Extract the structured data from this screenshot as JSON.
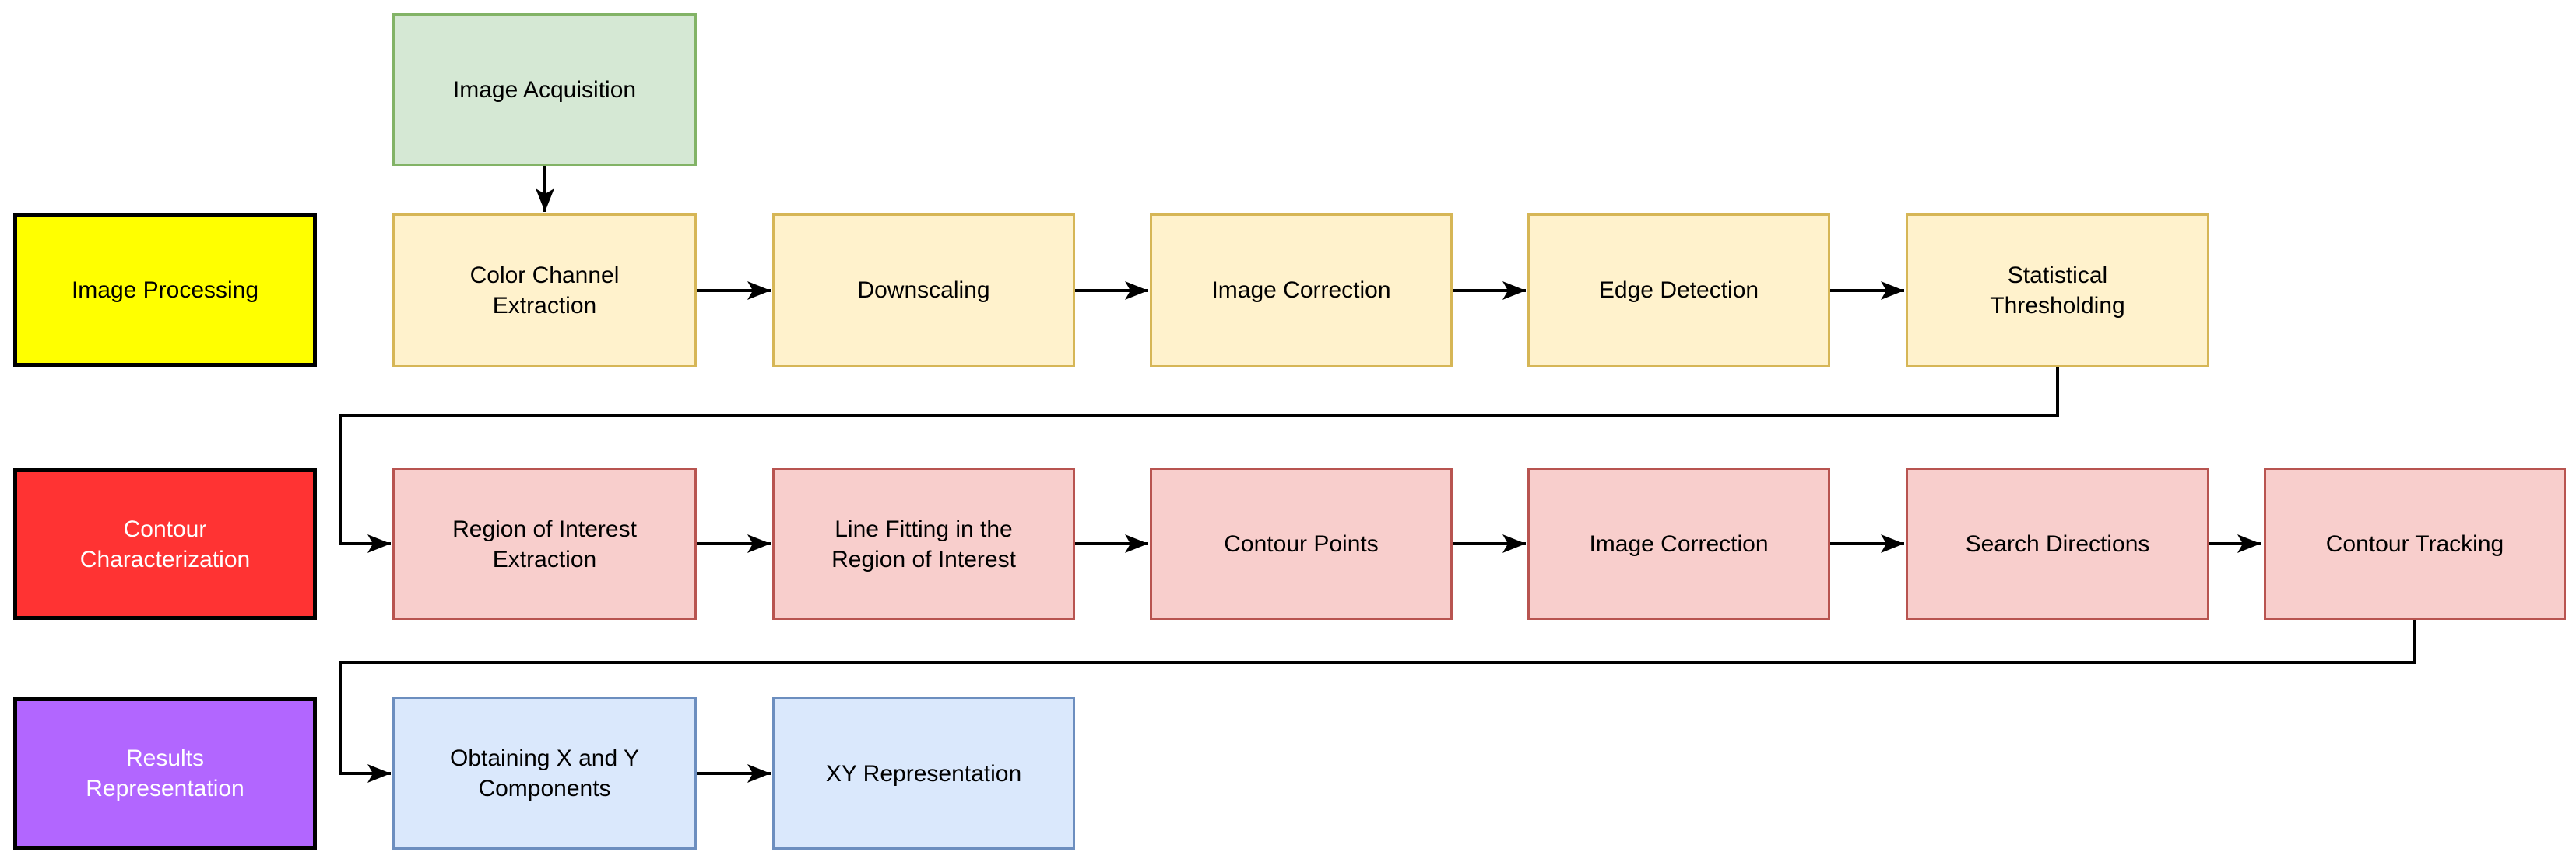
{
  "diagram": {
    "background": "#ffffff",
    "arrow_color": "#000000",
    "source_box": {
      "label": "Image Acquisition",
      "fill": "#d5e8d4",
      "border": "#82b366"
    },
    "rows": [
      {
        "label": "Image Processing",
        "label_fill": "#ffff00",
        "label_text_color": "#000000",
        "step_fill": "#fff2cc",
        "step_border": "#d6b656",
        "steps": [
          "Color Channel Extraction",
          "Downscaling",
          "Image Correction",
          "Edge Detection",
          "Statistical Thresholding"
        ]
      },
      {
        "label": "Contour Characterization",
        "label_fill": "#ff3333",
        "label_text_color": "#ffffff",
        "step_fill": "#f8cecc",
        "step_border": "#b85450",
        "steps": [
          "Region of Interest Extraction",
          "Line Fitting in the Region of Interest",
          "Contour Points",
          "Image Correction",
          "Search Directions",
          "Contour Tracking"
        ]
      },
      {
        "label": "Results Representation",
        "label_fill": "#b266ff",
        "label_text_color": "#ffffff",
        "step_fill": "#dae8fc",
        "step_border": "#6c8ebf",
        "steps": [
          "Obtaining X and Y Components",
          "XY Representation"
        ]
      }
    ],
    "connections": [
      "Image Acquisition -> Color Channel Extraction",
      "Color Channel Extraction -> Downscaling",
      "Downscaling -> Image Correction",
      "Image Correction -> Edge Detection",
      "Edge Detection -> Statistical Thresholding",
      "Statistical Thresholding -> Region of Interest Extraction",
      "Region of Interest Extraction -> Line Fitting in the Region of Interest",
      "Line Fitting in the Region of Interest -> Contour Points",
      "Contour Points -> Image Correction",
      "Image Correction -> Search Directions",
      "Search Directions -> Contour Tracking",
      "Contour Tracking -> Obtaining X and Y Components",
      "Obtaining X and Y Components -> XY Representation"
    ]
  }
}
